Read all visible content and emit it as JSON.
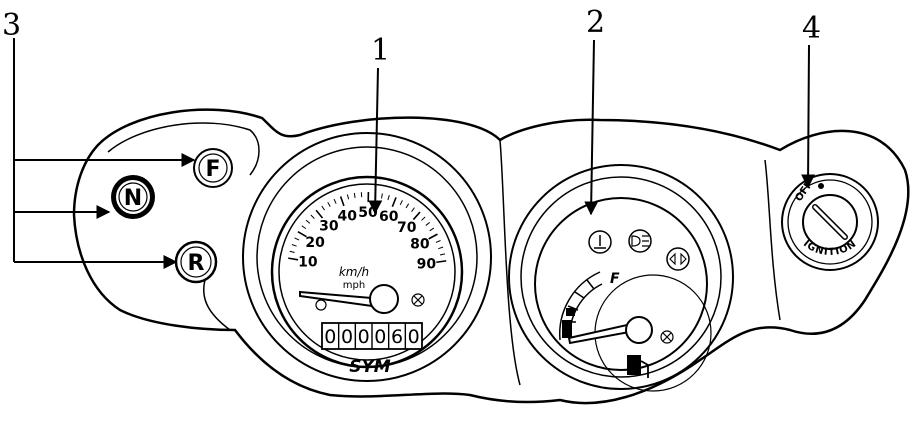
{
  "callouts": {
    "c1": "1",
    "c2": "2",
    "c3": "3",
    "c4": "4"
  },
  "gear_indicators": {
    "forward": "F",
    "neutral": "N",
    "reverse": "R"
  },
  "speedometer": {
    "scale": [
      "10",
      "20",
      "30",
      "40",
      "50",
      "60",
      "70",
      "80",
      "90"
    ],
    "unit_kmh": "km/h",
    "unit_mph": "mph",
    "odometer": [
      "0",
      "0",
      "0",
      "0",
      "6",
      "0"
    ],
    "brand": "SYM"
  },
  "fuel_gauge": {
    "full_mark": "F"
  },
  "ignition": {
    "off_label": "OFF",
    "ring_label": "IGNITION"
  }
}
